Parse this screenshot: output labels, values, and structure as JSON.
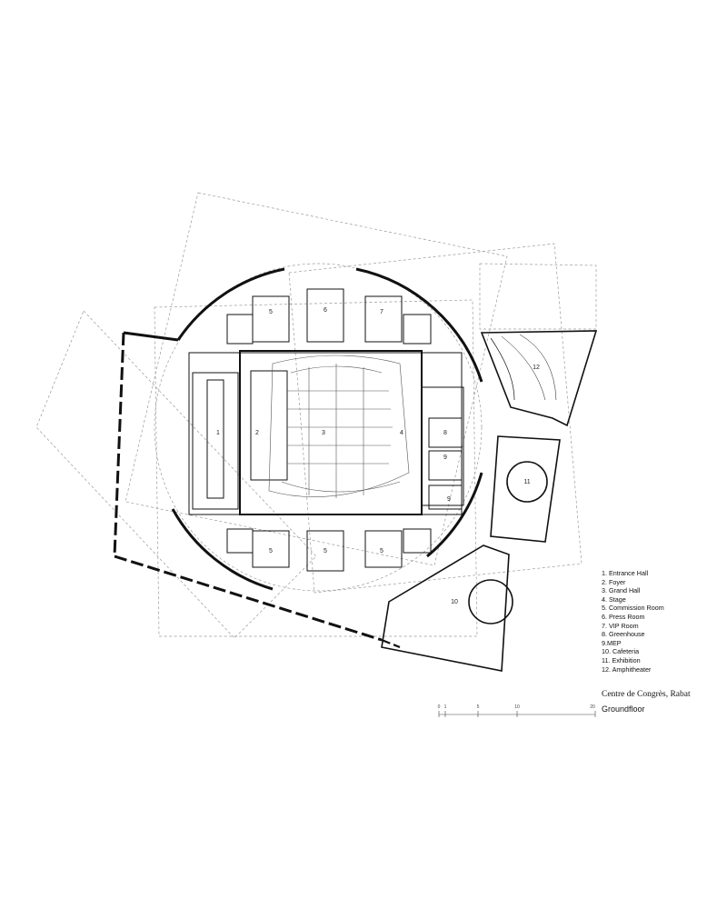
{
  "room_numbers": {
    "entrance_hall": "1",
    "foyer": "2",
    "grand_hall": "3",
    "stage": "4",
    "commission_room": "5",
    "press_room": "6",
    "vip_room": "7",
    "greenhouse": "8",
    "mep": "9",
    "cafeteria": "10",
    "exhibition": "11",
    "amphitheater": "12"
  },
  "legend": [
    "1. Entrance Hall",
    "2. Foyer",
    "3. Grand Hall",
    "4. Stage",
    "5. Commission Room",
    "6. Press Room",
    "7. VIP Room",
    "8. Greenhouse",
    "9.MEP",
    "10. Cafeteria",
    "11. Exhibition",
    "12. Amphitheater"
  ],
  "project_title": "Centre de Congrès, Rabat",
  "drawing_title": "Groundfloor",
  "scale_bar": {
    "ticks": [
      "0",
      "1",
      "5",
      "10",
      "20"
    ]
  },
  "colors": {
    "line": "#111111",
    "dashed": "#9a9a9a",
    "background": "#ffffff"
  }
}
